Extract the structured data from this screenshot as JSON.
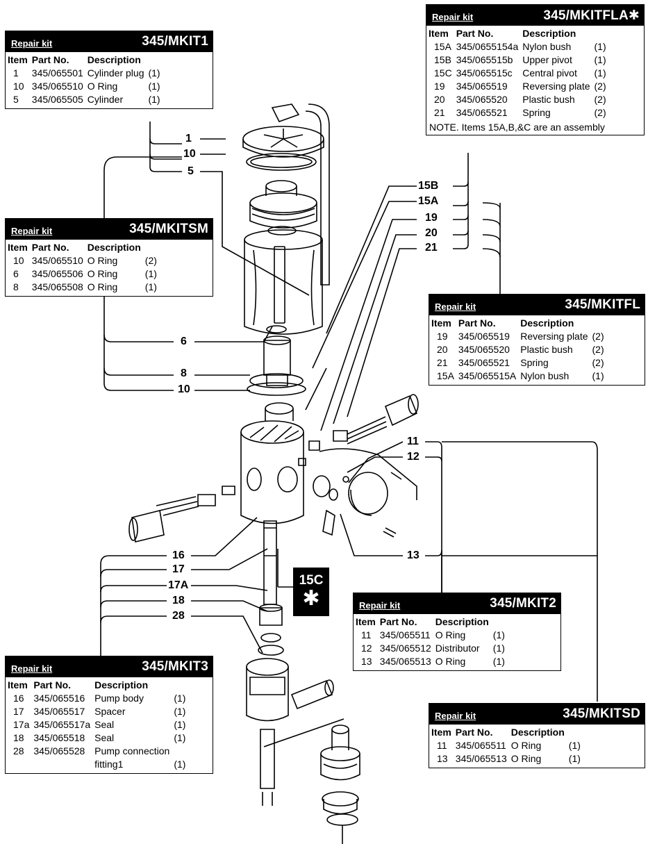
{
  "kits": [
    {
      "id": "mkit1",
      "label": "Repair kit",
      "code": "345/MKIT1",
      "headers": [
        "Item",
        "Part No.",
        "Description"
      ],
      "rows": [
        {
          "item": "1",
          "part": "345/065501",
          "desc": "Cylinder plug",
          "qty": "(1)"
        },
        {
          "item": "10",
          "part": "345/065510",
          "desc": "O Ring",
          "qty": "(1)"
        },
        {
          "item": "5",
          "part": "345/065505",
          "desc": "Cylinder",
          "qty": "(1)"
        }
      ]
    },
    {
      "id": "mkitsm",
      "label": "Repair kit",
      "code": "345/MKITSM",
      "headers": [
        "Item",
        "Part No.",
        "Description"
      ],
      "rows": [
        {
          "item": "10",
          "part": "345/065510",
          "desc": "O Ring",
          "qty": "(2)"
        },
        {
          "item": "6",
          "part": "345/065506",
          "desc": "O Ring",
          "qty": "(1)"
        },
        {
          "item": "8",
          "part": "345/065508",
          "desc": "O Ring",
          "qty": "(1)"
        }
      ]
    },
    {
      "id": "mkitfla",
      "label": "Repair kit",
      "code": "345/MKITFLA✱",
      "headers": [
        "Item",
        "Part No.",
        "Description"
      ],
      "rows": [
        {
          "item": "15A",
          "part": "345/0655154a",
          "desc": "Nylon bush",
          "qty": "(1)"
        },
        {
          "item": "15B",
          "part": "345/065515b",
          "desc": "Upper pivot",
          "qty": "(1)"
        },
        {
          "item": "15C",
          "part": "345/065515c",
          "desc": "Central pivot",
          "qty": "(1)"
        },
        {
          "item": "19",
          "part": "345/065519",
          "desc": "Reversing plate",
          "qty": "(2)"
        },
        {
          "item": "20",
          "part": "345/065520",
          "desc": "Plastic bush",
          "qty": "(2)"
        },
        {
          "item": "21",
          "part": "345/065521",
          "desc": "Spring",
          "qty": "(2)"
        }
      ],
      "note": "NOTE. Items 15A,B,&C are an assembly"
    },
    {
      "id": "mkitfl",
      "label": "Repair kit",
      "code": "345/MKITFL",
      "headers": [
        "Item",
        "Part No.",
        "Description"
      ],
      "rows": [
        {
          "item": "19",
          "part": "345/065519",
          "desc": "Reversing plate",
          "qty": "(2)"
        },
        {
          "item": "20",
          "part": "345/065520",
          "desc": "Plastic bush",
          "qty": "(2)"
        },
        {
          "item": "21",
          "part": "345/065521",
          "desc": "Spring",
          "qty": "(2)"
        },
        {
          "item": "15A",
          "part": "345/065515A",
          "desc": "Nylon bush",
          "qty": "(1)"
        }
      ]
    },
    {
      "id": "mkit2",
      "label": "Repair kit",
      "code": "345/MKIT2",
      "headers": [
        "Item",
        "Part No.",
        "Description"
      ],
      "rows": [
        {
          "item": "11",
          "part": "345/065511",
          "desc": "O Ring",
          "qty": "(1)"
        },
        {
          "item": "12",
          "part": "345/065512",
          "desc": "Distributor",
          "qty": "(1)"
        },
        {
          "item": "13",
          "part": "345/065513",
          "desc": "O Ring",
          "qty": "(1)"
        }
      ]
    },
    {
      "id": "mkit3",
      "label": "Repair kit",
      "code": "345/MKIT3",
      "headers": [
        "Item",
        "Part No.",
        "Description"
      ],
      "rows": [
        {
          "item": "16",
          "part": "345/065516",
          "desc": "Pump body",
          "qty": "(1)"
        },
        {
          "item": "17",
          "part": "345/065517",
          "desc": "Spacer",
          "qty": "(1)"
        },
        {
          "item": "17a",
          "part": "345/065517a",
          "desc": "Seal",
          "qty": "(1)"
        },
        {
          "item": "18",
          "part": "345/065518",
          "desc": "Seal",
          "qty": "(1)"
        },
        {
          "item": "28",
          "part": "345/065528",
          "desc": "Pump connection",
          "qty": ""
        },
        {
          "item": "",
          "part": "",
          "desc": "fitting1",
          "qty": "(1)"
        }
      ]
    },
    {
      "id": "mkitsd",
      "label": "Repair kit",
      "code": "345/MKITSD",
      "headers": [
        "Item",
        "Part No.",
        "Description"
      ],
      "rows": [
        {
          "item": "11",
          "part": "345/065511",
          "desc": "O Ring",
          "qty": "(1)"
        },
        {
          "item": "13",
          "part": "345/065513",
          "desc": "O Ring",
          "qty": "(1)"
        }
      ]
    }
  ],
  "callouts": {
    "c1": "1",
    "c10a": "10",
    "c5": "5",
    "c6": "6",
    "c8": "8",
    "c10b": "10",
    "c15b": "15B",
    "c15a": "15A",
    "c19": "19",
    "c20": "20",
    "c21": "21",
    "c11": "11",
    "c12": "12",
    "c13": "13",
    "c16": "16",
    "c17": "17",
    "c17a": "17A",
    "c18": "18",
    "c28": "28"
  },
  "tag15c": {
    "label": "15C",
    "mark": "✱"
  }
}
